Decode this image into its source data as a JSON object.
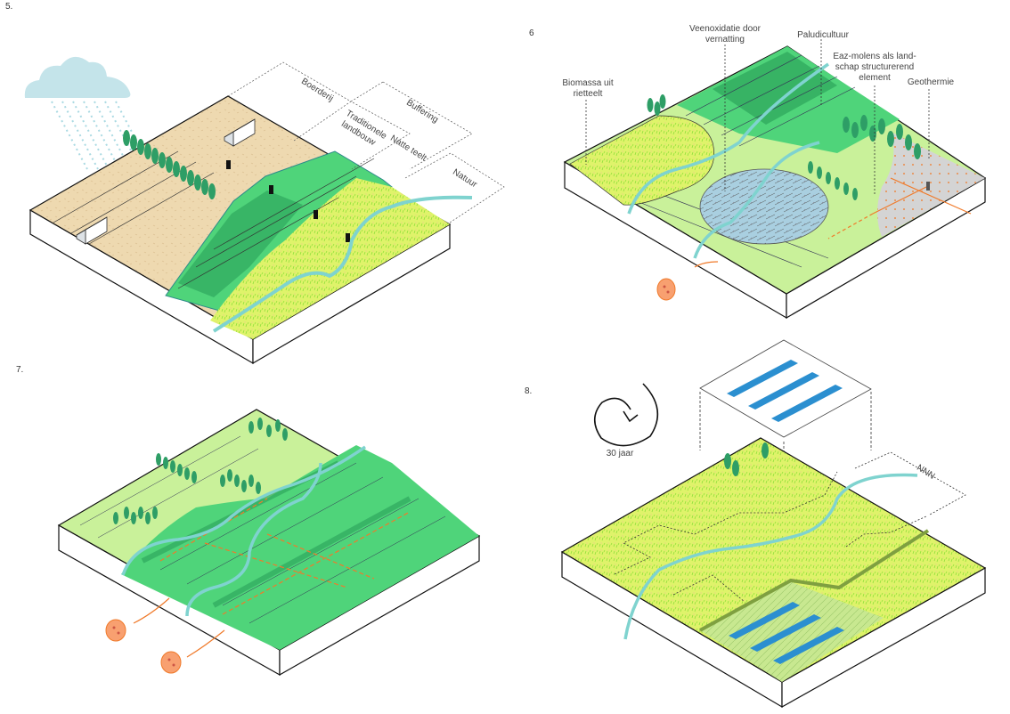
{
  "panels": [
    {
      "number": "5.",
      "zones": [
        "Boerderij",
        "Traditionele landbouw",
        "Buffering",
        "Natte teelt",
        "Natuur"
      ],
      "zone_labels": {
        "boerderij": "Boerderij",
        "traditionele_line1": "Traditionele",
        "traditionele_line2": "landbouw",
        "buffering": "Buffering",
        "natte_teelt": "Natte teelt",
        "natuur": "Natuur"
      }
    },
    {
      "number": "6",
      "annotations": {
        "biomassa_line1": "Biomassa uit",
        "biomassa_line2": "rietteelt",
        "veenoxidatie_line1": "Veenoxidatie door",
        "veenoxidatie_line2": "vernatting",
        "paludicultuur": "Paludicultuur",
        "eaz_line1": "Eaz-molens als land-",
        "eaz_line2": "schap structurerend",
        "eaz_line3": "element",
        "geothermie": "Geothermie"
      }
    },
    {
      "number": "7."
    },
    {
      "number": "8.",
      "cycle_label": "30 jaar",
      "zone_label": "NNN"
    }
  ],
  "colors": {
    "water": "#7fd3cf",
    "grass_yellow": "#dff36a",
    "field_green": "#4fd47a",
    "field_dark": "#2fa85e",
    "field_light": "#c9f19a",
    "farmland": "#eed9b0",
    "solar": "#2b8fd0",
    "orange": "#f07a2a",
    "tree": "#2e9e66",
    "cloud": "#c4e4ea"
  }
}
